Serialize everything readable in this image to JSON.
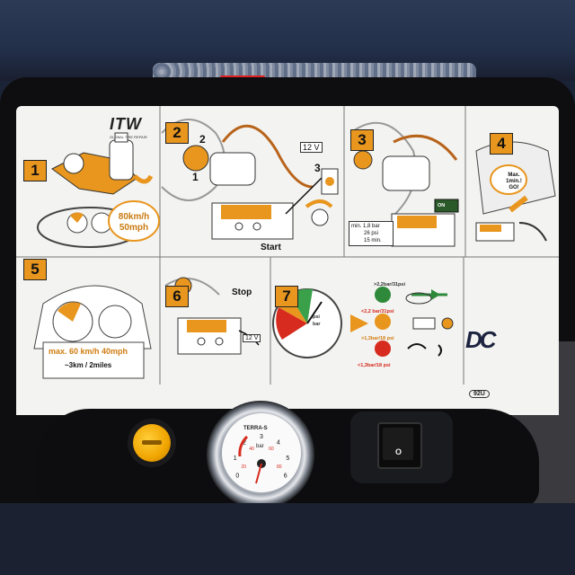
{
  "brand": {
    "name": "ITW",
    "subtitle": "GLOBAL TIRE REPAIR"
  },
  "steps": [
    {
      "num": "1",
      "speed_line1": "80km/h",
      "speed_line2": "50mph"
    },
    {
      "num": "2",
      "label_start": "Start",
      "callout_1": "1",
      "callout_2": "2",
      "callout_3": "3",
      "voltage": "12 V"
    },
    {
      "num": "3",
      "on_label": "ON",
      "min_label": "min.",
      "bar_val": "1,8 bar",
      "psi_val": "26 psi",
      "time_val": "15 min."
    },
    {
      "num": "4",
      "max_line1": "Max.",
      "max_line2": "1min.!",
      "max_line3": "GO!"
    },
    {
      "num": "5",
      "limit": "max. 60 km/h 40mph",
      "distance": "~3km / 2miles"
    },
    {
      "num": "6",
      "label_stop": "Stop",
      "voltage": "12 V"
    },
    {
      "num": "7",
      "psi_label": "psi",
      "bar_label": "bar",
      "cond1": ">2,2bar/31psi",
      "cond2": "<2,2 bar/31psi",
      "cond3": ">1,3bar/18 psi",
      "cond4": "<1,3bar/18 psi"
    }
  ],
  "logo": "DC",
  "badge": "92U",
  "gauge": {
    "brand": "TERRA-S",
    "unit": "bar",
    "ticks": [
      "0",
      "1",
      "2",
      "3",
      "4",
      "5",
      "6"
    ],
    "psi_ticks": [
      "20",
      "40",
      "60",
      "80"
    ]
  },
  "switch": {
    "label": "O"
  },
  "colors": {
    "panel": "#f3f3f1",
    "accent_orange": "#e8961e",
    "button_yellow": "#f0a400",
    "housing": "#0e0e10"
  }
}
